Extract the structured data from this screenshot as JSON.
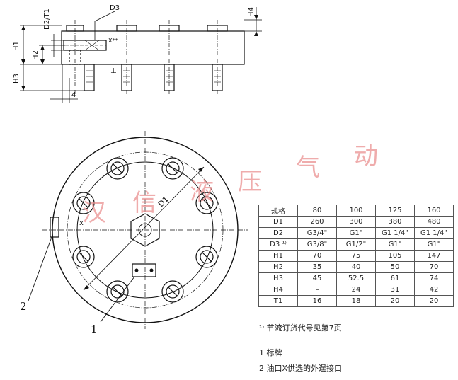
{
  "top_view": {
    "dims": {
      "d3": "D3",
      "d2t1": "D2/T1",
      "h1": "H1",
      "h2": "H2",
      "h3": "H3",
      "h4": "H4",
      "four": "4"
    },
    "port_x": "X**",
    "ground_symbol": "⊥"
  },
  "plan_view": {
    "d1": "D1",
    "port_x": "x",
    "callout_1": "1",
    "callout_2": "2"
  },
  "watermark": [
    "汉",
    "信",
    "液",
    "压",
    "气",
    "动"
  ],
  "spec_table": {
    "rows": [
      [
        "规格",
        "80",
        "100",
        "125",
        "160"
      ],
      [
        "D1",
        "260",
        "300",
        "380",
        "480"
      ],
      [
        "D2",
        "G3/4\"",
        "G1\"",
        "G1 1/4\"",
        "G1 1/4\""
      ],
      [
        "D3 ¹⁾",
        "G3/8\"",
        "G1/2\"",
        "G1\"",
        "G1\""
      ],
      [
        "H1",
        "70",
        "75",
        "105",
        "147"
      ],
      [
        "H2",
        "35",
        "40",
        "50",
        "70"
      ],
      [
        "H3",
        "45",
        "52.5",
        "61",
        "74"
      ],
      [
        "H4",
        "–",
        "24",
        "31",
        "42"
      ],
      [
        "T1",
        "16",
        "18",
        "20",
        "20"
      ]
    ]
  },
  "notes": {
    "footnote": "¹⁾ 节流订货代号见第7页",
    "item_1": "1 标牌",
    "item_2": "2 油口X供选的外逞接口"
  }
}
